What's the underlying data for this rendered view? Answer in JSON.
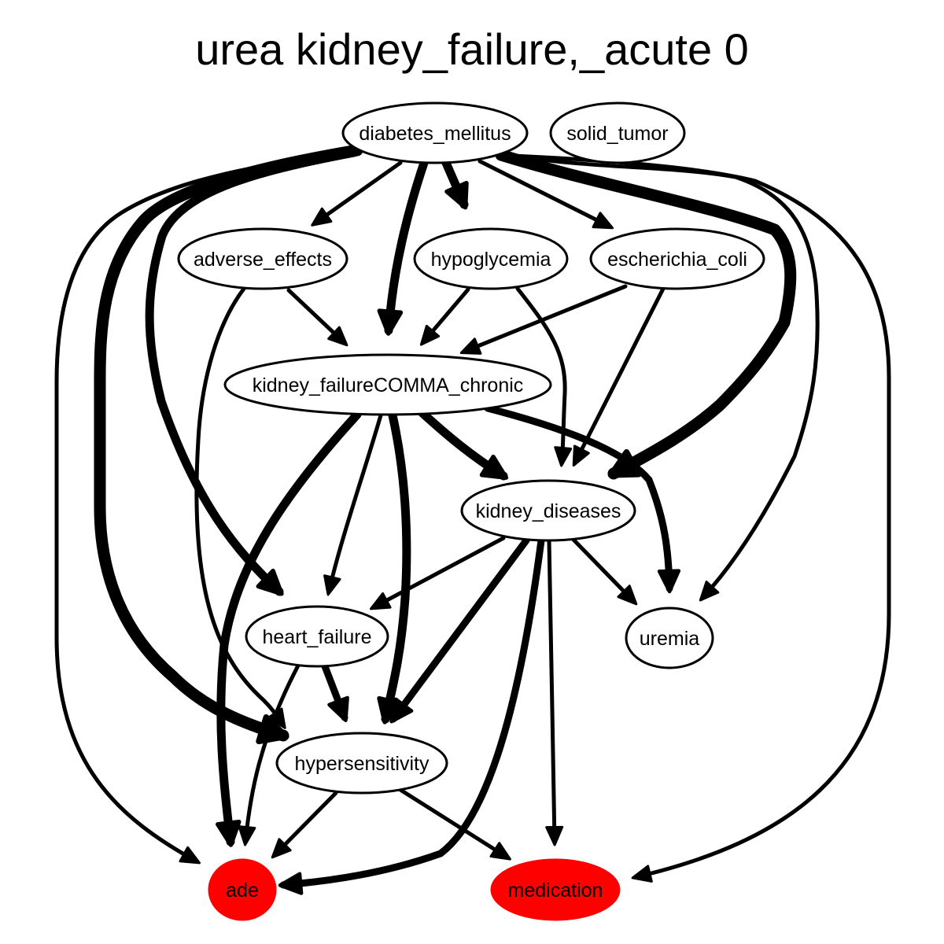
{
  "title": "urea kidney_failure,_acute 0",
  "colors": {
    "highlight": "#ff0000",
    "edge": "#000000",
    "node_fill": "#ffffff"
  },
  "nodes": {
    "diabetes_mellitus": {
      "label": "diabetes_mellitus",
      "highlight": false
    },
    "solid_tumor": {
      "label": "solid_tumor",
      "highlight": false
    },
    "adverse_effects": {
      "label": "adverse_effects",
      "highlight": false
    },
    "hypoglycemia": {
      "label": "hypoglycemia",
      "highlight": false
    },
    "escherichia_coli": {
      "label": "escherichia_coli",
      "highlight": false
    },
    "kidney_failure_chronic": {
      "label": "kidney_failureCOMMA_chronic",
      "highlight": false
    },
    "kidney_diseases": {
      "label": "kidney_diseases",
      "highlight": false
    },
    "heart_failure": {
      "label": "heart_failure",
      "highlight": false
    },
    "uremia": {
      "label": "uremia",
      "highlight": false
    },
    "hypersensitivity": {
      "label": "hypersensitivity",
      "highlight": false
    },
    "ade": {
      "label": "ade",
      "highlight": true
    },
    "medication": {
      "label": "medication",
      "highlight": true
    }
  },
  "edges": [
    {
      "from": "diabetes_mellitus",
      "to": "adverse_effects",
      "weight": 1
    },
    {
      "from": "diabetes_mellitus",
      "to": "kidney_failure_chronic",
      "weight": 3
    },
    {
      "from": "diabetes_mellitus",
      "to": "hypoglycemia",
      "weight": 3
    },
    {
      "from": "diabetes_mellitus",
      "to": "escherichia_coli",
      "weight": 1
    },
    {
      "from": "diabetes_mellitus",
      "to": "kidney_diseases",
      "weight": 4
    },
    {
      "from": "diabetes_mellitus",
      "to": "uremia",
      "weight": 1
    },
    {
      "from": "diabetes_mellitus",
      "to": "medication",
      "weight": 1
    },
    {
      "from": "diabetes_mellitus",
      "to": "ade",
      "weight": 1
    },
    {
      "from": "diabetes_mellitus",
      "to": "hypersensitivity",
      "weight": 4
    },
    {
      "from": "diabetes_mellitus",
      "to": "heart_failure",
      "weight": 3
    },
    {
      "from": "adverse_effects",
      "to": "kidney_failure_chronic",
      "weight": 1
    },
    {
      "from": "adverse_effects",
      "to": "hypersensitivity",
      "weight": 1
    },
    {
      "from": "hypoglycemia",
      "to": "kidney_failure_chronic",
      "weight": 1
    },
    {
      "from": "hypoglycemia",
      "to": "kidney_diseases",
      "weight": 1
    },
    {
      "from": "escherichia_coli",
      "to": "kidney_failure_chronic",
      "weight": 1
    },
    {
      "from": "escherichia_coli",
      "to": "kidney_diseases",
      "weight": 1
    },
    {
      "from": "kidney_failure_chronic",
      "to": "ade",
      "weight": 3
    },
    {
      "from": "kidney_failure_chronic",
      "to": "heart_failure",
      "weight": 1
    },
    {
      "from": "kidney_failure_chronic",
      "to": "hypersensitivity",
      "weight": 3
    },
    {
      "from": "kidney_failure_chronic",
      "to": "kidney_diseases",
      "weight": 3
    },
    {
      "from": "kidney_failure_chronic",
      "to": "uremia",
      "weight": 2
    },
    {
      "from": "kidney_diseases",
      "to": "heart_failure",
      "weight": 1
    },
    {
      "from": "kidney_diseases",
      "to": "uremia",
      "weight": 1
    },
    {
      "from": "kidney_diseases",
      "to": "hypersensitivity",
      "weight": 2
    },
    {
      "from": "kidney_diseases",
      "to": "ade",
      "weight": 2
    },
    {
      "from": "kidney_diseases",
      "to": "medication",
      "weight": 1
    },
    {
      "from": "heart_failure",
      "to": "hypersensitivity",
      "weight": 2
    },
    {
      "from": "heart_failure",
      "to": "ade",
      "weight": 1
    },
    {
      "from": "hypersensitivity",
      "to": "ade",
      "weight": 1
    },
    {
      "from": "hypersensitivity",
      "to": "medication",
      "weight": 1
    }
  ]
}
